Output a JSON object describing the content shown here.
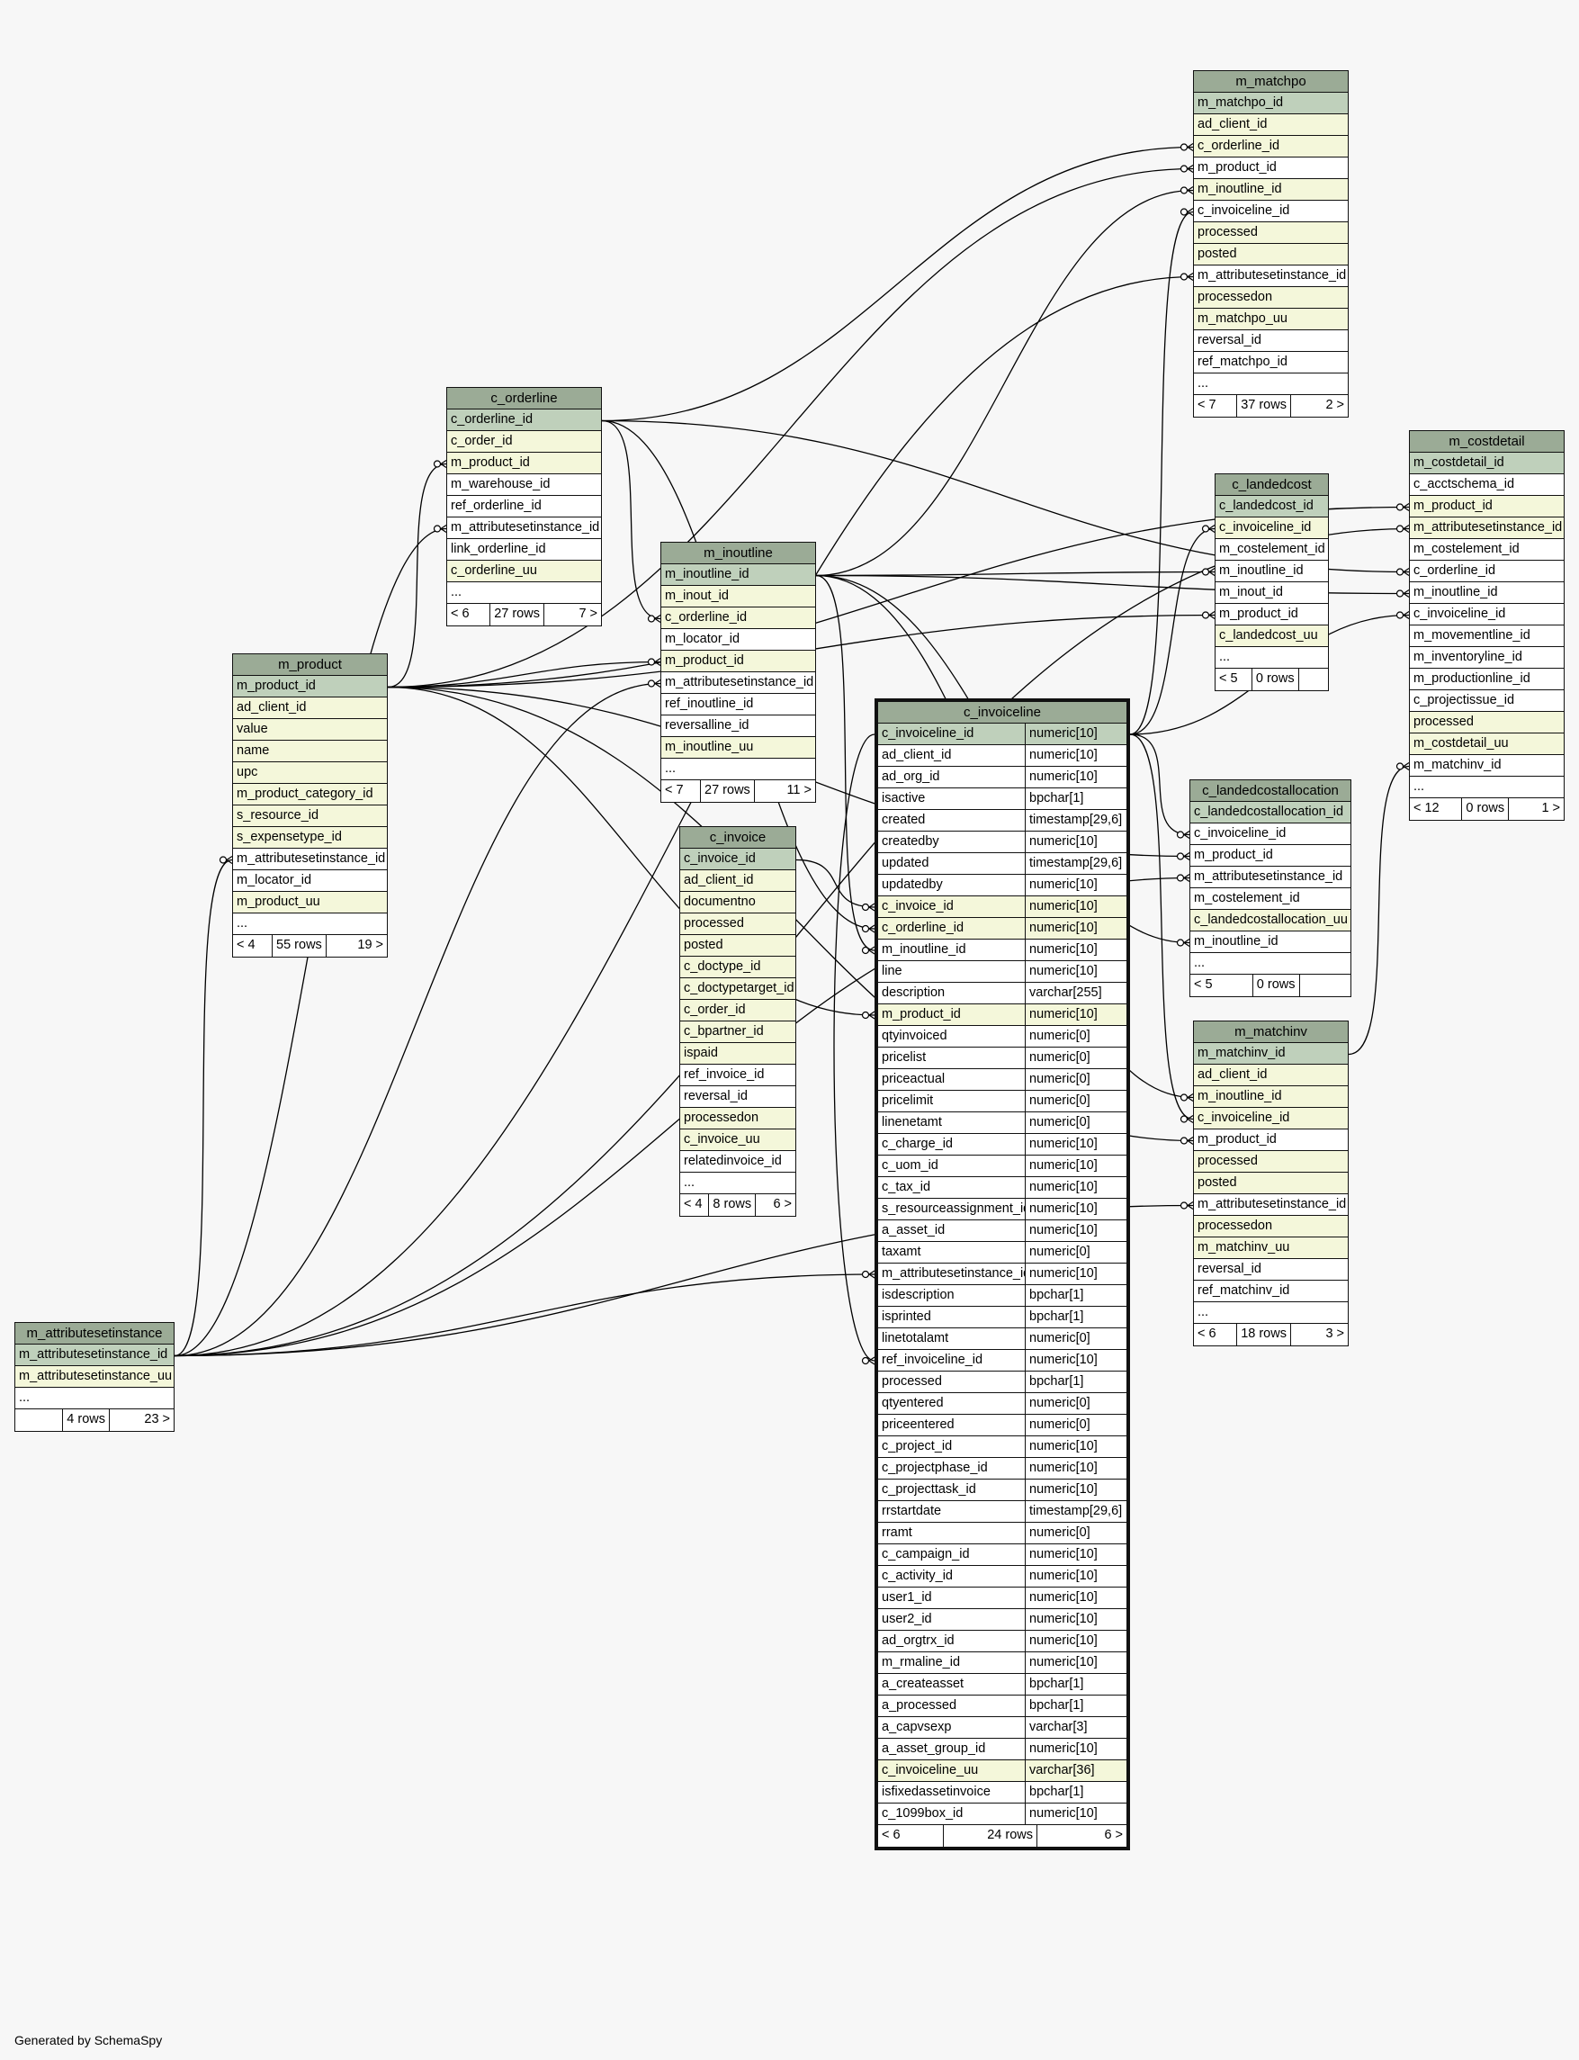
{
  "footer": "Generated by SchemaSpy",
  "colors": {
    "header": "#9bab96",
    "pk": "#bfd0bb",
    "indexed": "#f4f7da",
    "background": "#f7f7f7"
  },
  "tables": {
    "m_matchpo": {
      "name": "m_matchpo",
      "columns": [
        {
          "name": "m_matchpo_id",
          "k": "pk"
        },
        {
          "name": "ad_client_id",
          "k": "idx"
        },
        {
          "name": "c_orderline_id",
          "k": "idx"
        },
        {
          "name": "m_product_id",
          "k": ""
        },
        {
          "name": "m_inoutline_id",
          "k": "idx"
        },
        {
          "name": "c_invoiceline_id",
          "k": ""
        },
        {
          "name": "processed",
          "k": "idx"
        },
        {
          "name": "posted",
          "k": "idx"
        },
        {
          "name": "m_attributesetinstance_id",
          "k": ""
        },
        {
          "name": "processedon",
          "k": "idx"
        },
        {
          "name": "m_matchpo_uu",
          "k": "idx"
        },
        {
          "name": "reversal_id",
          "k": ""
        },
        {
          "name": "ref_matchpo_id",
          "k": ""
        },
        {
          "name": "...",
          "k": ""
        }
      ],
      "footer": {
        "left": "< 7",
        "middle": "37 rows",
        "right": "2 >"
      }
    },
    "m_costdetail": {
      "name": "m_costdetail",
      "columns": [
        {
          "name": "m_costdetail_id",
          "k": "pk"
        },
        {
          "name": "c_acctschema_id",
          "k": ""
        },
        {
          "name": "m_product_id",
          "k": "idx"
        },
        {
          "name": "m_attributesetinstance_id",
          "k": "idx"
        },
        {
          "name": "m_costelement_id",
          "k": ""
        },
        {
          "name": "c_orderline_id",
          "k": ""
        },
        {
          "name": "m_inoutline_id",
          "k": ""
        },
        {
          "name": "c_invoiceline_id",
          "k": ""
        },
        {
          "name": "m_movementline_id",
          "k": ""
        },
        {
          "name": "m_inventoryline_id",
          "k": ""
        },
        {
          "name": "m_productionline_id",
          "k": ""
        },
        {
          "name": "c_projectissue_id",
          "k": ""
        },
        {
          "name": "processed",
          "k": "idx"
        },
        {
          "name": "m_costdetail_uu",
          "k": "idx"
        },
        {
          "name": "m_matchinv_id",
          "k": ""
        },
        {
          "name": "...",
          "k": ""
        }
      ],
      "footer": {
        "left": "< 12",
        "middle": "0 rows",
        "right": "1 >"
      }
    },
    "c_orderline": {
      "name": "c_orderline",
      "columns": [
        {
          "name": "c_orderline_id",
          "k": "pk"
        },
        {
          "name": "c_order_id",
          "k": "idx"
        },
        {
          "name": "m_product_id",
          "k": "idx"
        },
        {
          "name": "m_warehouse_id",
          "k": ""
        },
        {
          "name": "ref_orderline_id",
          "k": ""
        },
        {
          "name": "m_attributesetinstance_id",
          "k": ""
        },
        {
          "name": "link_orderline_id",
          "k": ""
        },
        {
          "name": "c_orderline_uu",
          "k": "idx"
        },
        {
          "name": "...",
          "k": ""
        }
      ],
      "footer": {
        "left": "< 6",
        "middle": "27 rows",
        "right": "7 >"
      }
    },
    "c_landedcost": {
      "name": "c_landedcost",
      "columns": [
        {
          "name": "c_landedcost_id",
          "k": "pk"
        },
        {
          "name": "c_invoiceline_id",
          "k": "idx"
        },
        {
          "name": "m_costelement_id",
          "k": ""
        },
        {
          "name": "m_inoutline_id",
          "k": ""
        },
        {
          "name": "m_inout_id",
          "k": ""
        },
        {
          "name": "m_product_id",
          "k": ""
        },
        {
          "name": "c_landedcost_uu",
          "k": "idx"
        },
        {
          "name": "...",
          "k": ""
        }
      ],
      "footer": {
        "left": "< 5",
        "middle": "0 rows",
        "right": ""
      }
    },
    "m_inoutline": {
      "name": "m_inoutline",
      "columns": [
        {
          "name": "m_inoutline_id",
          "k": "pk"
        },
        {
          "name": "m_inout_id",
          "k": "idx"
        },
        {
          "name": "c_orderline_id",
          "k": "idx"
        },
        {
          "name": "m_locator_id",
          "k": ""
        },
        {
          "name": "m_product_id",
          "k": "idx"
        },
        {
          "name": "m_attributesetinstance_id",
          "k": ""
        },
        {
          "name": "ref_inoutline_id",
          "k": ""
        },
        {
          "name": "reversalline_id",
          "k": ""
        },
        {
          "name": "m_inoutline_uu",
          "k": "idx"
        },
        {
          "name": "...",
          "k": ""
        }
      ],
      "footer": {
        "left": "< 7",
        "middle": "27 rows",
        "right": "11 >"
      }
    },
    "m_product": {
      "name": "m_product",
      "columns": [
        {
          "name": "m_product_id",
          "k": "pk"
        },
        {
          "name": "ad_client_id",
          "k": "idx"
        },
        {
          "name": "value",
          "k": "idx"
        },
        {
          "name": "name",
          "k": "idx"
        },
        {
          "name": "upc",
          "k": "idx"
        },
        {
          "name": "m_product_category_id",
          "k": "idx"
        },
        {
          "name": "s_resource_id",
          "k": "idx"
        },
        {
          "name": "s_expensetype_id",
          "k": "idx"
        },
        {
          "name": "m_attributesetinstance_id",
          "k": ""
        },
        {
          "name": "m_locator_id",
          "k": ""
        },
        {
          "name": "m_product_uu",
          "k": "idx"
        },
        {
          "name": "...",
          "k": ""
        }
      ],
      "footer": {
        "left": "< 4",
        "middle": "55 rows",
        "right": "19 >"
      }
    },
    "c_invoiceline": {
      "name": "c_invoiceline",
      "columns": [
        {
          "name": "c_invoiceline_id",
          "type": "numeric[10]",
          "k": "pk"
        },
        {
          "name": "ad_client_id",
          "type": "numeric[10]",
          "k": ""
        },
        {
          "name": "ad_org_id",
          "type": "numeric[10]",
          "k": ""
        },
        {
          "name": "isactive",
          "type": "bpchar[1]",
          "k": ""
        },
        {
          "name": "created",
          "type": "timestamp[29,6]",
          "k": ""
        },
        {
          "name": "createdby",
          "type": "numeric[10]",
          "k": ""
        },
        {
          "name": "updated",
          "type": "timestamp[29,6]",
          "k": ""
        },
        {
          "name": "updatedby",
          "type": "numeric[10]",
          "k": ""
        },
        {
          "name": "c_invoice_id",
          "type": "numeric[10]",
          "k": "idx"
        },
        {
          "name": "c_orderline_id",
          "type": "numeric[10]",
          "k": "idx"
        },
        {
          "name": "m_inoutline_id",
          "type": "numeric[10]",
          "k": ""
        },
        {
          "name": "line",
          "type": "numeric[10]",
          "k": ""
        },
        {
          "name": "description",
          "type": "varchar[255]",
          "k": ""
        },
        {
          "name": "m_product_id",
          "type": "numeric[10]",
          "k": "idx"
        },
        {
          "name": "qtyinvoiced",
          "type": "numeric[0]",
          "k": ""
        },
        {
          "name": "pricelist",
          "type": "numeric[0]",
          "k": ""
        },
        {
          "name": "priceactual",
          "type": "numeric[0]",
          "k": ""
        },
        {
          "name": "pricelimit",
          "type": "numeric[0]",
          "k": ""
        },
        {
          "name": "linenetamt",
          "type": "numeric[0]",
          "k": ""
        },
        {
          "name": "c_charge_id",
          "type": "numeric[10]",
          "k": ""
        },
        {
          "name": "c_uom_id",
          "type": "numeric[10]",
          "k": ""
        },
        {
          "name": "c_tax_id",
          "type": "numeric[10]",
          "k": ""
        },
        {
          "name": "s_resourceassignment_id",
          "type": "numeric[10]",
          "k": ""
        },
        {
          "name": "a_asset_id",
          "type": "numeric[10]",
          "k": ""
        },
        {
          "name": "taxamt",
          "type": "numeric[0]",
          "k": ""
        },
        {
          "name": "m_attributesetinstance_id",
          "type": "numeric[10]",
          "k": ""
        },
        {
          "name": "isdescription",
          "type": "bpchar[1]",
          "k": ""
        },
        {
          "name": "isprinted",
          "type": "bpchar[1]",
          "k": ""
        },
        {
          "name": "linetotalamt",
          "type": "numeric[0]",
          "k": ""
        },
        {
          "name": "ref_invoiceline_id",
          "type": "numeric[10]",
          "k": ""
        },
        {
          "name": "processed",
          "type": "bpchar[1]",
          "k": ""
        },
        {
          "name": "qtyentered",
          "type": "numeric[0]",
          "k": ""
        },
        {
          "name": "priceentered",
          "type": "numeric[0]",
          "k": ""
        },
        {
          "name": "c_project_id",
          "type": "numeric[10]",
          "k": ""
        },
        {
          "name": "c_projectphase_id",
          "type": "numeric[10]",
          "k": ""
        },
        {
          "name": "c_projecttask_id",
          "type": "numeric[10]",
          "k": ""
        },
        {
          "name": "rrstartdate",
          "type": "timestamp[29,6]",
          "k": ""
        },
        {
          "name": "rramt",
          "type": "numeric[0]",
          "k": ""
        },
        {
          "name": "c_campaign_id",
          "type": "numeric[10]",
          "k": ""
        },
        {
          "name": "c_activity_id",
          "type": "numeric[10]",
          "k": ""
        },
        {
          "name": "user1_id",
          "type": "numeric[10]",
          "k": ""
        },
        {
          "name": "user2_id",
          "type": "numeric[10]",
          "k": ""
        },
        {
          "name": "ad_orgtrx_id",
          "type": "numeric[10]",
          "k": ""
        },
        {
          "name": "m_rmaline_id",
          "type": "numeric[10]",
          "k": ""
        },
        {
          "name": "a_createasset",
          "type": "bpchar[1]",
          "k": ""
        },
        {
          "name": "a_processed",
          "type": "bpchar[1]",
          "k": ""
        },
        {
          "name": "a_capvsexp",
          "type": "varchar[3]",
          "k": ""
        },
        {
          "name": "a_asset_group_id",
          "type": "numeric[10]",
          "k": ""
        },
        {
          "name": "c_invoiceline_uu",
          "type": "varchar[36]",
          "k": "idx"
        },
        {
          "name": "isfixedassetinvoice",
          "type": "bpchar[1]",
          "k": ""
        },
        {
          "name": "c_1099box_id",
          "type": "numeric[10]",
          "k": ""
        }
      ],
      "footer": {
        "left": "< 6",
        "middle": "24 rows",
        "right": "6 >"
      }
    },
    "c_invoice": {
      "name": "c_invoice",
      "columns": [
        {
          "name": "c_invoice_id",
          "k": "pk"
        },
        {
          "name": "ad_client_id",
          "k": "idx"
        },
        {
          "name": "documentno",
          "k": "idx"
        },
        {
          "name": "processed",
          "k": "idx"
        },
        {
          "name": "posted",
          "k": "idx"
        },
        {
          "name": "c_doctype_id",
          "k": "idx"
        },
        {
          "name": "c_doctypetarget_id",
          "k": "idx"
        },
        {
          "name": "c_order_id",
          "k": "idx"
        },
        {
          "name": "c_bpartner_id",
          "k": "idx"
        },
        {
          "name": "ispaid",
          "k": "idx"
        },
        {
          "name": "ref_invoice_id",
          "k": ""
        },
        {
          "name": "reversal_id",
          "k": ""
        },
        {
          "name": "processedon",
          "k": "idx"
        },
        {
          "name": "c_invoice_uu",
          "k": "idx"
        },
        {
          "name": "relatedinvoice_id",
          "k": ""
        },
        {
          "name": "...",
          "k": ""
        }
      ],
      "footer": {
        "left": "< 4",
        "middle": "8 rows",
        "right": "6 >"
      }
    },
    "c_landedcostallocation": {
      "name": "c_landedcostallocation",
      "columns": [
        {
          "name": "c_landedcostallocation_id",
          "k": "pk"
        },
        {
          "name": "c_invoiceline_id",
          "k": ""
        },
        {
          "name": "m_product_id",
          "k": ""
        },
        {
          "name": "m_attributesetinstance_id",
          "k": ""
        },
        {
          "name": "m_costelement_id",
          "k": ""
        },
        {
          "name": "c_landedcostallocation_uu",
          "k": "idx"
        },
        {
          "name": "m_inoutline_id",
          "k": ""
        },
        {
          "name": "...",
          "k": ""
        }
      ],
      "footer": {
        "left": "< 5",
        "middle": "0 rows",
        "right": ""
      }
    },
    "m_matchinv": {
      "name": "m_matchinv",
      "columns": [
        {
          "name": "m_matchinv_id",
          "k": "pk"
        },
        {
          "name": "ad_client_id",
          "k": "idx"
        },
        {
          "name": "m_inoutline_id",
          "k": "idx"
        },
        {
          "name": "c_invoiceline_id",
          "k": "idx"
        },
        {
          "name": "m_product_id",
          "k": ""
        },
        {
          "name": "processed",
          "k": "idx"
        },
        {
          "name": "posted",
          "k": "idx"
        },
        {
          "name": "m_attributesetinstance_id",
          "k": ""
        },
        {
          "name": "processedon",
          "k": "idx"
        },
        {
          "name": "m_matchinv_uu",
          "k": "idx"
        },
        {
          "name": "reversal_id",
          "k": ""
        },
        {
          "name": "ref_matchinv_id",
          "k": ""
        },
        {
          "name": "...",
          "k": ""
        }
      ],
      "footer": {
        "left": "< 6",
        "middle": "18 rows",
        "right": "3 >"
      }
    },
    "m_attributesetinstance": {
      "name": "m_attributesetinstance",
      "columns": [
        {
          "name": "m_attributesetinstance_id",
          "k": "pk"
        },
        {
          "name": "m_attributesetinstance_uu",
          "k": "idx"
        },
        {
          "name": "...",
          "k": ""
        }
      ],
      "footer": {
        "left": "",
        "middle": "4 rows",
        "right": "23 >"
      }
    }
  },
  "relationships": [
    {
      "from": "m_matchpo.c_orderline_id",
      "to": "c_orderline.c_orderline_id"
    },
    {
      "from": "m_matchpo.m_product_id",
      "to": "m_product.m_product_id"
    },
    {
      "from": "m_matchpo.m_inoutline_id",
      "to": "m_inoutline.m_inoutline_id"
    },
    {
      "from": "m_matchpo.c_invoiceline_id",
      "to": "c_invoiceline.c_invoiceline_id"
    },
    {
      "from": "m_matchpo.m_attributesetinstance_id",
      "to": "m_attributesetinstance.m_attributesetinstance_id"
    },
    {
      "from": "m_costdetail.m_product_id",
      "to": "m_product.m_product_id"
    },
    {
      "from": "m_costdetail.m_attributesetinstance_id",
      "to": "m_attributesetinstance.m_attributesetinstance_id"
    },
    {
      "from": "m_costdetail.c_orderline_id",
      "to": "c_orderline.c_orderline_id"
    },
    {
      "from": "m_costdetail.m_inoutline_id",
      "to": "m_inoutline.m_inoutline_id"
    },
    {
      "from": "m_costdetail.c_invoiceline_id",
      "to": "c_invoiceline.c_invoiceline_id"
    },
    {
      "from": "m_costdetail.m_matchinv_id",
      "to": "m_matchinv.m_matchinv_id"
    },
    {
      "from": "c_orderline.m_product_id",
      "to": "m_product.m_product_id"
    },
    {
      "from": "c_orderline.m_attributesetinstance_id",
      "to": "m_attributesetinstance.m_attributesetinstance_id"
    },
    {
      "from": "c_landedcost.c_invoiceline_id",
      "to": "c_invoiceline.c_invoiceline_id"
    },
    {
      "from": "c_landedcost.m_inoutline_id",
      "to": "m_inoutline.m_inoutline_id"
    },
    {
      "from": "c_landedcost.m_product_id",
      "to": "m_product.m_product_id"
    },
    {
      "from": "m_inoutline.c_orderline_id",
      "to": "c_orderline.c_orderline_id"
    },
    {
      "from": "m_inoutline.m_product_id",
      "to": "m_product.m_product_id"
    },
    {
      "from": "m_inoutline.m_attributesetinstance_id",
      "to": "m_attributesetinstance.m_attributesetinstance_id"
    },
    {
      "from": "m_product.m_attributesetinstance_id",
      "to": "m_attributesetinstance.m_attributesetinstance_id"
    },
    {
      "from": "c_invoiceline.c_invoice_id",
      "to": "c_invoice.c_invoice_id"
    },
    {
      "from": "c_invoiceline.c_orderline_id",
      "to": "c_orderline.c_orderline_id"
    },
    {
      "from": "c_invoiceline.m_inoutline_id",
      "to": "m_inoutline.m_inoutline_id"
    },
    {
      "from": "c_invoiceline.m_product_id",
      "to": "m_product.m_product_id"
    },
    {
      "from": "c_invoiceline.m_attributesetinstance_id",
      "to": "m_attributesetinstance.m_attributesetinstance_id"
    },
    {
      "from": "c_invoiceline.ref_invoiceline_id",
      "to": "c_invoiceline.c_invoiceline_id"
    },
    {
      "from": "c_landedcostallocation.c_invoiceline_id",
      "to": "c_invoiceline.c_invoiceline_id"
    },
    {
      "from": "c_landedcostallocation.m_product_id",
      "to": "m_product.m_product_id"
    },
    {
      "from": "c_landedcostallocation.m_attributesetinstance_id",
      "to": "m_attributesetinstance.m_attributesetinstance_id"
    },
    {
      "from": "c_landedcostallocation.m_inoutline_id",
      "to": "m_inoutline.m_inoutline_id"
    },
    {
      "from": "m_matchinv.m_inoutline_id",
      "to": "m_inoutline.m_inoutline_id"
    },
    {
      "from": "m_matchinv.c_invoiceline_id",
      "to": "c_invoiceline.c_invoiceline_id"
    },
    {
      "from": "m_matchinv.m_product_id",
      "to": "m_product.m_product_id"
    },
    {
      "from": "m_matchinv.m_attributesetinstance_id",
      "to": "m_attributesetinstance.m_attributesetinstance_id"
    }
  ]
}
